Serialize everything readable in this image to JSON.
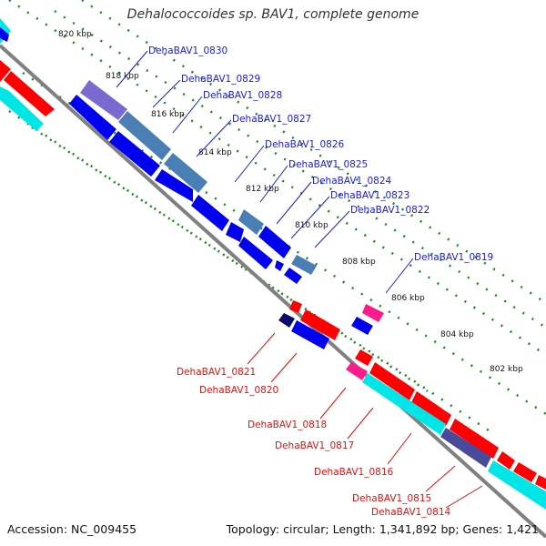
{
  "title": "Dehalococcoides sp. BAV1, complete genome",
  "accession": "Accession: NC_009455",
  "summary": "Topology: circular; Length: 1,341,892 bp; Genes: 1,421",
  "kbp_labels": [
    "820 kbp",
    "818 kbp",
    "816 kbp",
    "814 kbp",
    "812 kbp",
    "810 kbp",
    "808 kbp",
    "806 kbp",
    "804 kbp",
    "802 kbp"
  ],
  "genes_upper": [
    "DehaBAV1_0830",
    "DehaBAV1_0829",
    "DehaBAV1_0828",
    "DehaBAV1_0827",
    "DehaBAV1_0826",
    "DehaBAV1_0825",
    "DehaBAV1_0824",
    "DehaBAV1_0823",
    "DehaBAV1_0822",
    "DehaBAV1_0819"
  ],
  "genes_lower": [
    "DehaBAV1_0821",
    "DehaBAV1_0820",
    "DehaBAV1_0818",
    "DehaBAV1_0817",
    "DehaBAV1_0816",
    "DehaBAV1_0815",
    "DehaBAV1_0814"
  ],
  "colors": {
    "forward": "#ff0000",
    "reverse": "#0000ee",
    "cyan": "#00e5e5",
    "steel": "#4a7fb5",
    "violet": "#7a6ad0",
    "magenta": "#ff1a8c",
    "navy": "#0a0a6a",
    "grid": "#1a8a1a",
    "upper_label": "#1b1bd0",
    "lower_label": "#e01010"
  }
}
